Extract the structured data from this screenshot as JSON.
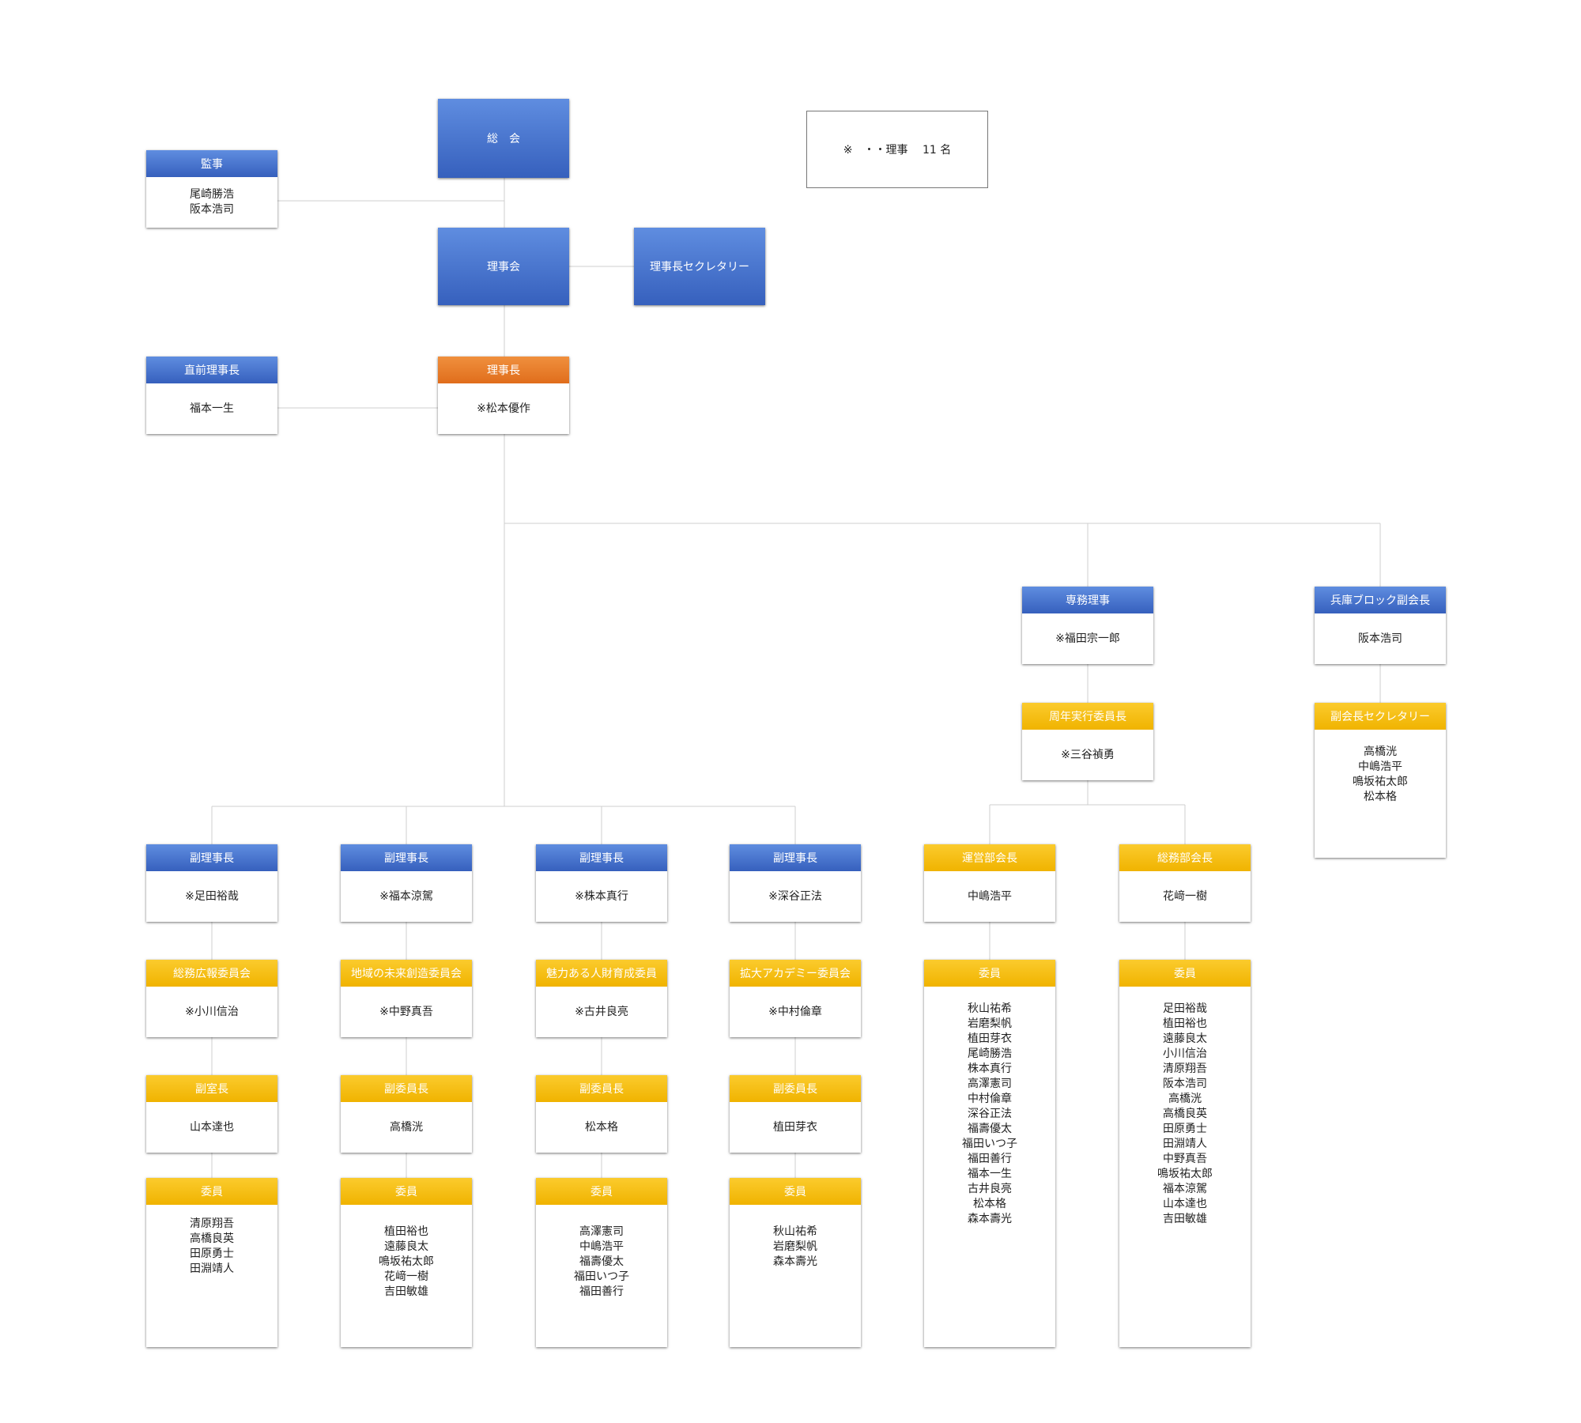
{
  "legend": "※　・・理事　 11 名",
  "top": {
    "general_assembly": "総　会",
    "board": "理事会",
    "secretary": "理事長セクレタリー"
  },
  "auditor": {
    "title": "監事",
    "members": [
      "尾崎勝浩",
      "阪本浩司"
    ]
  },
  "former_president": {
    "title": "直前理事長",
    "name": "福本一生"
  },
  "president": {
    "title": "理事長",
    "name": "※松本優作"
  },
  "executive_director": {
    "title": "専務理事",
    "name": "※福田宗一郎"
  },
  "anniversary_chair": {
    "title": "周年実行委員長",
    "name": "※三谷禎勇"
  },
  "block_vp": {
    "title": "兵庫ブロック副会長",
    "name": "阪本浩司"
  },
  "vp_secretary": {
    "title": "副会長セクレタリー",
    "members": [
      "高橋洸",
      "中嶋浩平",
      "鳴坂祐太郎",
      "松本格"
    ]
  },
  "vice_presidents": [
    {
      "title": "副理事長",
      "name": "※足田裕哉",
      "committee": "総務広報委員会",
      "chair": "※小川信治",
      "deputy_title": "副室長",
      "deputy": "山本達也",
      "members_title": "委員",
      "members": [
        "清原翔吾",
        "高橋良英",
        "田原勇士",
        "田淵靖人"
      ]
    },
    {
      "title": "副理事長",
      "name": "※福本涼駕",
      "committee": "地域の未来創造委員会",
      "chair": "※中野真吾",
      "deputy_title": "副委員長",
      "deputy": "高橋洸",
      "members_title": "委員",
      "members": [
        "植田裕也",
        "遠藤良太",
        "鳴坂祐太郎",
        "花﨑一樹",
        "吉田敏雄"
      ]
    },
    {
      "title": "副理事長",
      "name": "※株本真行",
      "committee": "魅力ある人財育成委員",
      "chair": "※古井良亮",
      "deputy_title": "副委員長",
      "deputy": "松本格",
      "members_title": "委員",
      "members": [
        "高澤憲司",
        "中嶋浩平",
        "福壽優太",
        "福田いつ子",
        "福田善行"
      ]
    },
    {
      "title": "副理事長",
      "name": "※深谷正法",
      "committee": "拡大アカデミー委員会",
      "chair": "※中村倫章",
      "deputy_title": "副委員長",
      "deputy": "植田芽衣",
      "members_title": "委員",
      "members": [
        "秋山祐希",
        "岩磨梨帆",
        "森本壽光"
      ]
    }
  ],
  "departments": [
    {
      "title": "運営部会長",
      "name": "中嶋浩平",
      "members_title": "委員",
      "members": [
        "秋山祐希",
        "岩磨梨帆",
        "植田芽衣",
        "尾崎勝浩",
        "株本真行",
        "高澤憲司",
        "中村倫章",
        "深谷正法",
        "福壽優太",
        "福田いつ子",
        "福田善行",
        "福本一生",
        "古井良亮",
        "松本格",
        "森本壽光"
      ]
    },
    {
      "title": "総務部会長",
      "name": "花﨑一樹",
      "members_title": "委員",
      "members": [
        "足田裕哉",
        "植田裕也",
        "遠藤良太",
        "小川信治",
        "清原翔吾",
        "阪本浩司",
        "高橋洸",
        "高橋良英",
        "田原勇士",
        "田淵靖人",
        "中野真吾",
        "鳴坂祐太郎",
        "福本涼駕",
        "山本達也",
        "吉田敏雄"
      ]
    }
  ],
  "colors": {
    "blue": "#3d6ac8",
    "orange": "#e8782a",
    "yellow": "#f6bd10",
    "line": "#cccccc"
  }
}
